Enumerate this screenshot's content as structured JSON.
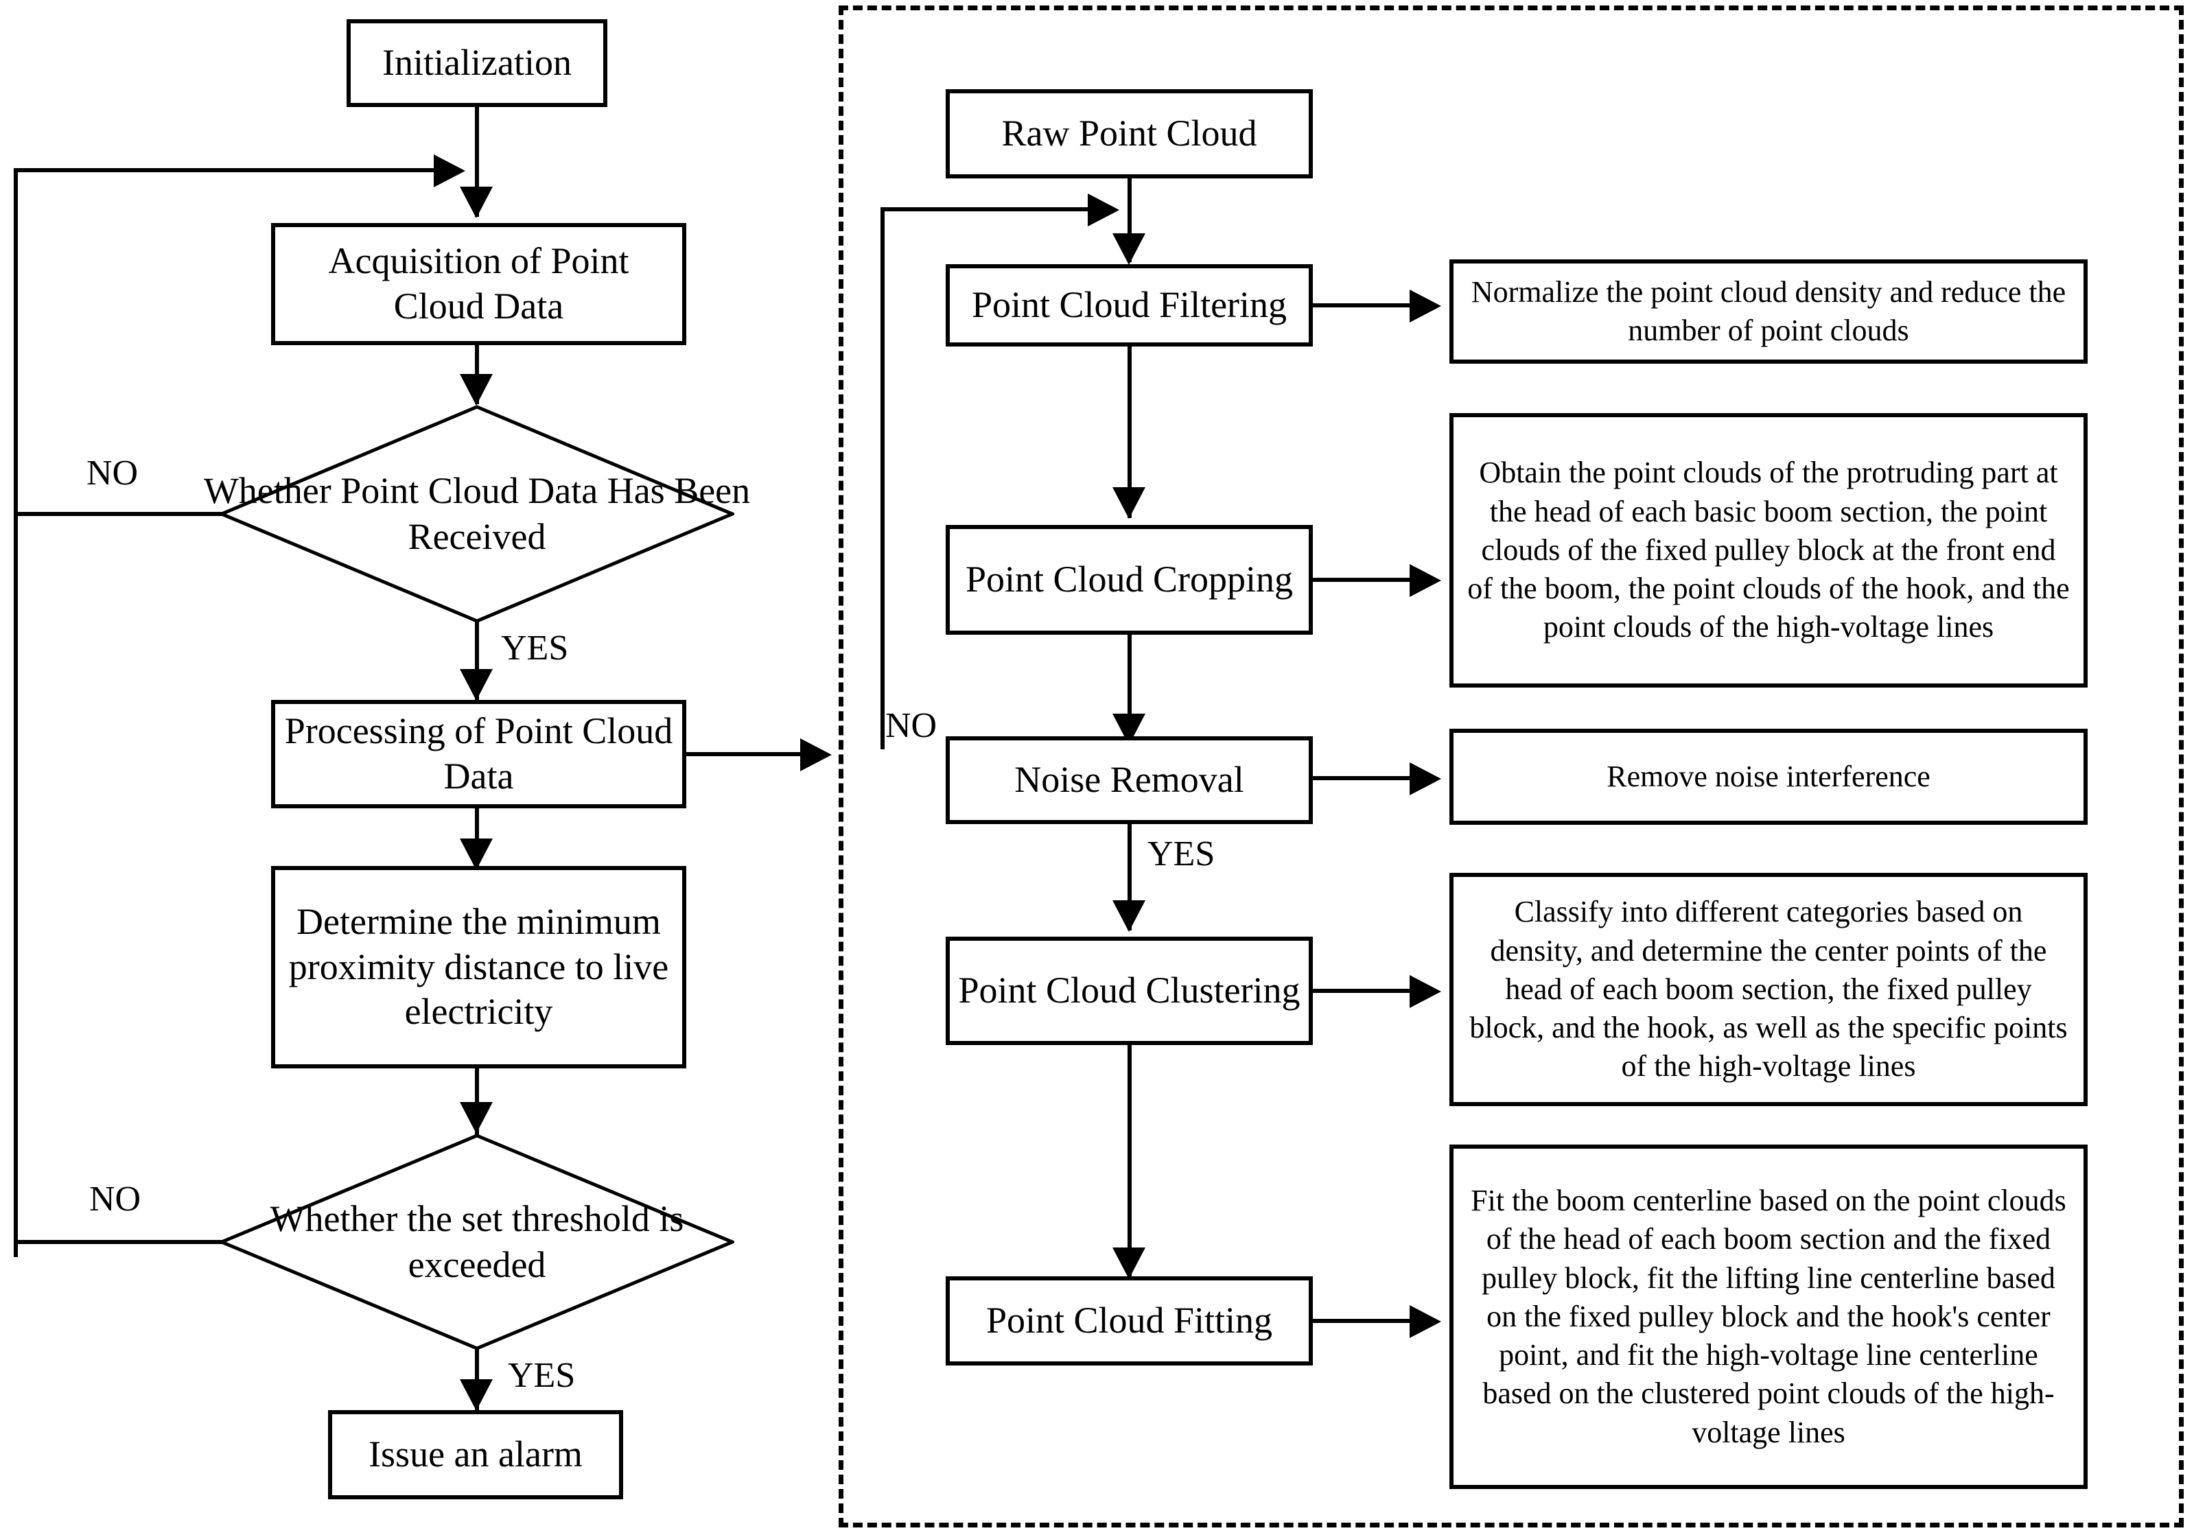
{
  "diagram": {
    "title": "Point cloud processing and live-electricity proximity alarm flowchart",
    "left_flow": {
      "nodes": [
        {
          "id": "initialization",
          "type": "process",
          "label": "Initialization"
        },
        {
          "id": "acquisition",
          "type": "process",
          "label": "Acquisition of Point Cloud Data"
        },
        {
          "id": "received",
          "type": "decision",
          "label": "Whether Point Cloud Data Has Been Received"
        },
        {
          "id": "processing",
          "type": "process",
          "label": "Processing of Point Cloud Data"
        },
        {
          "id": "determine",
          "type": "process",
          "label": "Determine the minimum proximity distance to live electricity"
        },
        {
          "id": "threshold",
          "type": "decision",
          "label": "Whether the set threshold is exceeded"
        },
        {
          "id": "alarm",
          "type": "process",
          "label": "Issue an alarm"
        }
      ],
      "edge_labels": {
        "received_no": "NO",
        "received_yes": "YES",
        "threshold_no": "NO",
        "threshold_yes": "YES"
      }
    },
    "right_flow": {
      "nodes": [
        {
          "id": "raw",
          "label": "Raw Point Cloud"
        },
        {
          "id": "filtering",
          "label": "Point Cloud Filtering"
        },
        {
          "id": "cropping",
          "label": "Point Cloud Cropping"
        },
        {
          "id": "noise",
          "label": "Noise Removal"
        },
        {
          "id": "clustering",
          "label": "Point Cloud Clustering"
        },
        {
          "id": "fitting",
          "label": "Point Cloud Fitting"
        }
      ],
      "descriptions": [
        {
          "id": "desc-filtering",
          "label": "Normalize the point cloud density and reduce the number of point clouds"
        },
        {
          "id": "desc-cropping",
          "label": "Obtain the point clouds of the protruding part at the head of each basic boom section, the point clouds of the fixed pulley block at the front end of the boom, the point clouds of the hook, and the point clouds of the high-voltage lines"
        },
        {
          "id": "desc-noise",
          "label": "Remove noise interference"
        },
        {
          "id": "desc-clustering",
          "label": "Classify into different categories based on density, and determine the center points of the head of each boom section, the fixed pulley block, and the hook, as well as the specific points of the high-voltage lines"
        },
        {
          "id": "desc-fitting",
          "label": "Fit the boom centerline based on the point clouds of the head of each boom section and the fixed pulley block, fit the lifting line centerline based on the fixed pulley block and the hook's center point, and fit the high-voltage line centerline based on the clustered point clouds of the high-voltage lines"
        }
      ],
      "edge_labels": {
        "noise_no": "NO",
        "noise_yes": "YES"
      }
    },
    "colors": {
      "stroke": "#000000",
      "background": "#ffffff"
    }
  }
}
